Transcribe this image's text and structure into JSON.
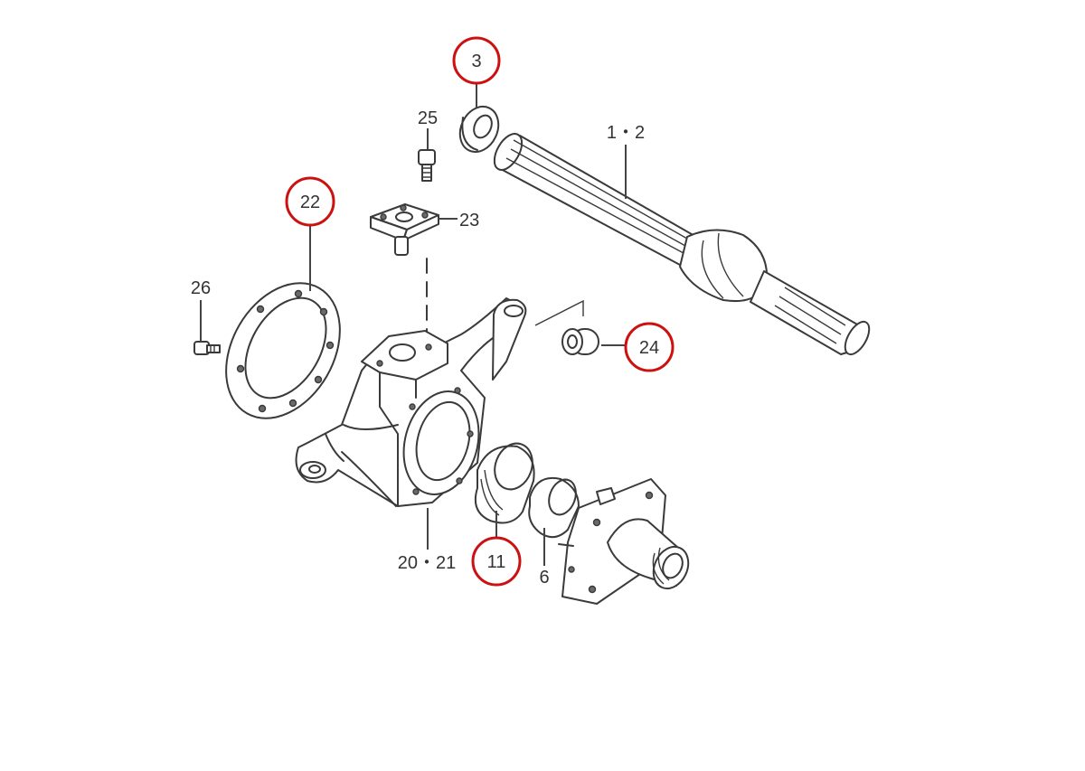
{
  "colors": {
    "line": "#3a3a3a",
    "highlight": "#cc1111",
    "background": "#ffffff"
  },
  "labels": {
    "part_1_2": "1・2",
    "part_3": "3",
    "part_6": "6",
    "part_11": "11",
    "part_20_21": "20・21",
    "part_22": "22",
    "part_23": "23",
    "part_24": "24",
    "part_25": "25",
    "part_26": "26"
  },
  "highlighted_parts": [
    "3",
    "11",
    "22",
    "24"
  ]
}
